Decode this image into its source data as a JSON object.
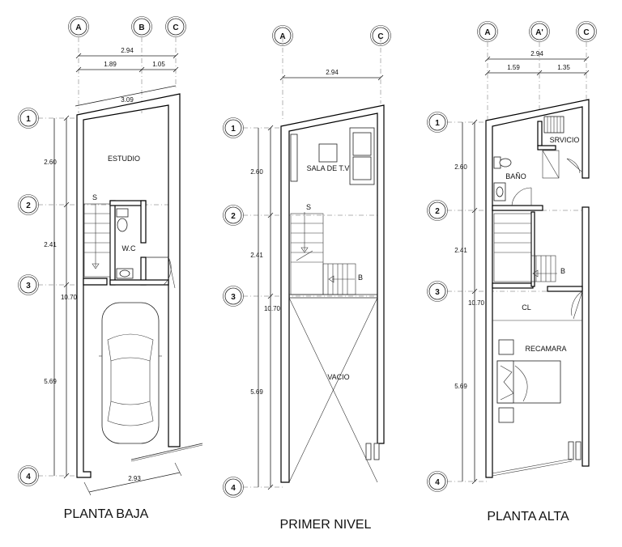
{
  "plans": [
    {
      "title": "PLANTA BAJA",
      "top_grid_labels": [
        "A",
        "B",
        "C"
      ],
      "side_grid_labels": [
        "1",
        "2",
        "3",
        "4"
      ],
      "dims_top": [
        "2.94",
        "1.89",
        "1.05",
        "3.09"
      ],
      "dims_side": [
        "2.60",
        "2.41",
        "10.70",
        "5.69"
      ],
      "dim_bottom": "2.93",
      "rooms": [
        "ESTUDIO",
        "W.C"
      ],
      "stair_marker": "S"
    },
    {
      "title": "PRIMER NIVEL",
      "top_grid_labels": [
        "A",
        "C"
      ],
      "side_grid_labels": [
        "1",
        "2",
        "3",
        "4"
      ],
      "dims_top": [
        "2.94"
      ],
      "dims_side": [
        "2.60",
        "2.41",
        "10.70",
        "5.69"
      ],
      "rooms": [
        "SALA DE T.V",
        "VACIO"
      ],
      "stair_markers": [
        "S",
        "B"
      ]
    },
    {
      "title": "PLANTA ALTA",
      "top_grid_labels": [
        "A",
        "A'",
        "C"
      ],
      "side_grid_labels": [
        "1",
        "2",
        "3",
        "4"
      ],
      "dims_top": [
        "2.94",
        "1.59",
        "1.35"
      ],
      "dims_side": [
        "2.60",
        "2.41",
        "10.70",
        "5.69"
      ],
      "rooms": [
        "SRVICIO",
        "BAÑO",
        "CL",
        "RECAMARA"
      ],
      "stair_marker": "B"
    }
  ]
}
